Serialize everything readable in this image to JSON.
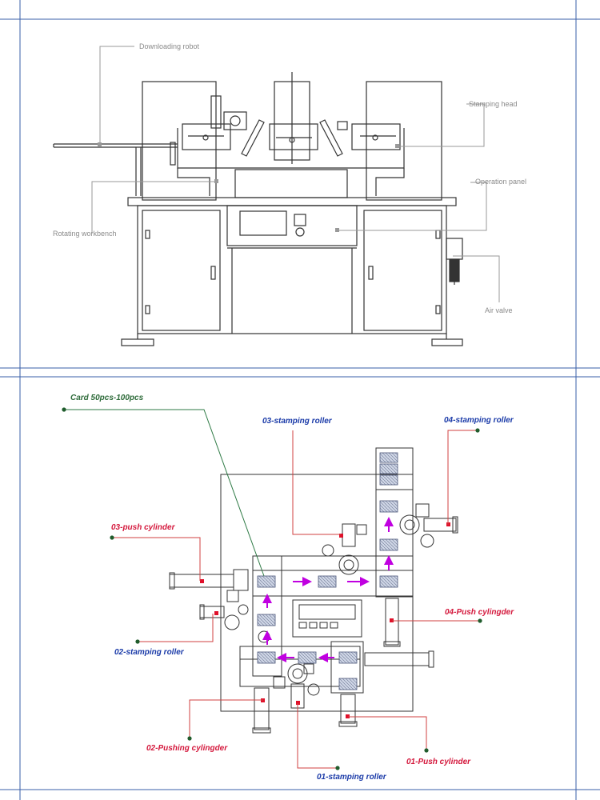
{
  "top_diagram": {
    "labels": {
      "downloading_robot": "Downloading robot",
      "stamping_head": "Stamping head",
      "operation_panel": "Operation panel",
      "rotating_workbench": "Rotating workbench",
      "air_valve": "Air valve"
    }
  },
  "bottom_diagram": {
    "labels": {
      "card": "Card 50pcs-100pcs",
      "stamping_roller_03": "03-stamping roller",
      "stamping_roller_04": "04-stamping roller",
      "push_cylinder_03": "03-push cylinder",
      "push_cylinder_04": "04-Push cylingder",
      "stamping_roller_02": "02-stamping roller",
      "pushing_cylinder_02": "02-Pushing cylingder",
      "push_cylinder_01": "01-Push cylinder",
      "stamping_roller_01": "01-stamping roller"
    },
    "colors": {
      "card_label": "#2e6b3a",
      "roller_label": "#1a3aa8",
      "cylinder_label": "#d4183c",
      "arrow": "#c000e0",
      "marker": "#e0102a",
      "leader_dot": "#1f5c2c"
    }
  },
  "colors": {
    "frame_line": "#3a5fa8",
    "drawing": "#333333",
    "leader": "#999999"
  }
}
